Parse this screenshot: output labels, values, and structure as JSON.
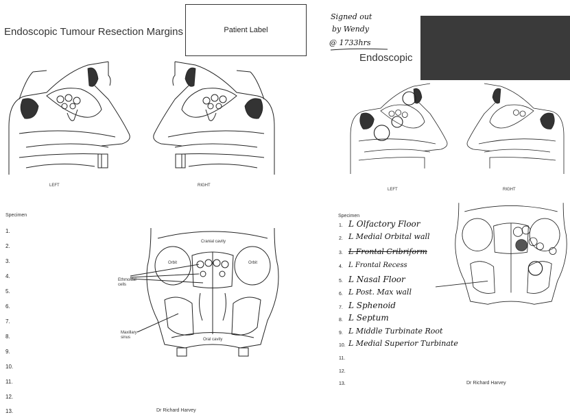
{
  "left_form": {
    "title": "Endoscopic Tumour Resection Margins",
    "patient_label": "Patient Label",
    "side_left": "LEFT",
    "side_right": "RIGHT",
    "specimen_heading": "Specimen",
    "numbers": [
      "1.",
      "2.",
      "3.",
      "4.",
      "5.",
      "6.",
      "7.",
      "8.",
      "9.",
      "10.",
      "11.",
      "12.",
      "13."
    ],
    "coronal_labels": {
      "cranial_cavity": "Cranial cavity",
      "orbit_left": "Orbit",
      "orbit_right": "Orbit",
      "ethmoidal_cells": "Ethmoidal cells",
      "maxillary_sinus": "Maxillary sinus",
      "oral_cavity": "Oral cavity"
    },
    "surgeon": "Dr Richard Harvey"
  },
  "right_form": {
    "title_partial": "Endoscopic",
    "handwritten_note": [
      "Signed out",
      "by Wendy",
      "@ 1733hrs"
    ],
    "side_left": "LEFT",
    "side_right": "RIGHT",
    "specimen_heading": "Specimen",
    "numbers": [
      "1.",
      "2.",
      "3.",
      "4.",
      "5.",
      "6.",
      "7.",
      "8.",
      "9.",
      "10.",
      "11.",
      "12.",
      "13."
    ],
    "handwritten_entries": [
      "L Olfactory Floor",
      "L Medial Orbital wall",
      "L Frontal Cribriform",
      "L Frontal Recess",
      "L Nasal Floor",
      "L Post. Max wall",
      "L Sphenoid",
      "L Septum",
      "L Middle Turbinate Root",
      "L Medial Superior Turbinate"
    ],
    "surgeon": "Dr Richard Harvey"
  }
}
